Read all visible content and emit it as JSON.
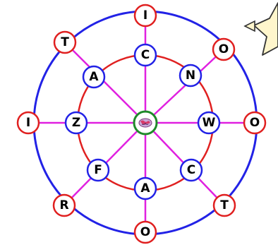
{
  "colors": {
    "outer_ring": "#2222e6",
    "inner_ring": "#e02020",
    "spokes": "#e020e0",
    "outer_node_border": "#e02020",
    "inner_node_border": "#2222e6",
    "center_border": "#1f8a2a",
    "star_fill": "#fff6cc",
    "star_stroke": "#333333"
  },
  "icons": {
    "center": "world-globe-icon",
    "corner": "star-arrow-icon"
  },
  "wheel": {
    "outer": [
      {
        "id": "n",
        "letter": "I"
      },
      {
        "id": "ne",
        "letter": "O"
      },
      {
        "id": "e",
        "letter": "O"
      },
      {
        "id": "se",
        "letter": "T"
      },
      {
        "id": "s",
        "letter": "O"
      },
      {
        "id": "sw",
        "letter": "R"
      },
      {
        "id": "w",
        "letter": "I"
      },
      {
        "id": "nw",
        "letter": "T"
      }
    ],
    "inner": [
      {
        "id": "n",
        "letter": "C"
      },
      {
        "id": "ne",
        "letter": "N"
      },
      {
        "id": "e",
        "letter": "W"
      },
      {
        "id": "se",
        "letter": "C"
      },
      {
        "id": "s",
        "letter": "A"
      },
      {
        "id": "sw",
        "letter": "F"
      },
      {
        "id": "w",
        "letter": "Z"
      },
      {
        "id": "nw",
        "letter": "A"
      }
    ]
  }
}
